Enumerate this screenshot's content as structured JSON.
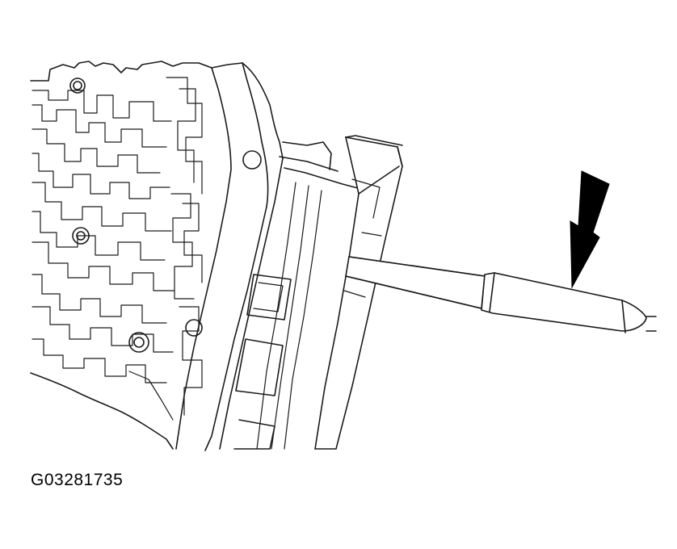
{
  "figure": {
    "id_label": "G03281735"
  },
  "colors": {
    "line": "#1a1a1a",
    "arrow": "#000000",
    "background": "#ffffff"
  },
  "icons": {
    "arrow": "down-left-pointer-arrow",
    "tool": "pick-tool"
  }
}
